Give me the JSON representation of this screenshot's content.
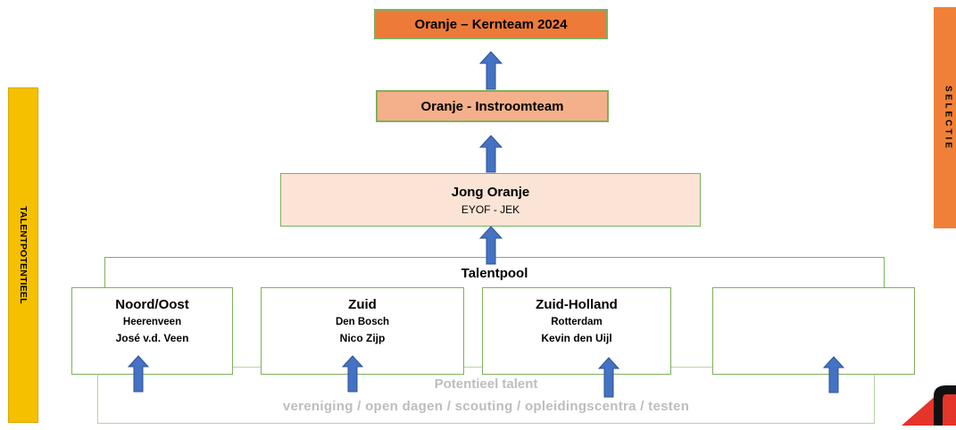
{
  "side": {
    "left_label": "TALENTPOTENTIEEL",
    "right_label": "SELECTIE"
  },
  "levels": {
    "kernteam": "Oranje – Kernteam 2024",
    "instroomteam": "Oranje - Instroomteam",
    "jong_oranje": {
      "title": "Jong Oranje",
      "subtitle": "EYOF  - JEK"
    }
  },
  "talentpool": {
    "label": "Talentpool",
    "regions": [
      {
        "name": "Noord/Oost",
        "city": "Heerenveen",
        "person": "José v.d. Veen"
      },
      {
        "name": "Zuid",
        "city": "Den Bosch",
        "person": "Nico Zijp"
      },
      {
        "name": "Zuid-Holland",
        "city": "Rotterdam",
        "person": "Kevin den Uijl"
      },
      {
        "name": "",
        "city": "",
        "person": ""
      }
    ]
  },
  "potential": {
    "title": "Potentieel talent",
    "sources": "vereniging / open dagen / scouting / opleidingscentra / testen"
  },
  "colors": {
    "kernteam_fill": "#ee7a3a",
    "instroom_fill": "#f4b08a",
    "jong_fill": "#fbe4d6",
    "box_border": "#7fb05e",
    "arrow_fill": "#4472c4",
    "left_bar": "#f5c000",
    "right_bar": "#f08038"
  }
}
